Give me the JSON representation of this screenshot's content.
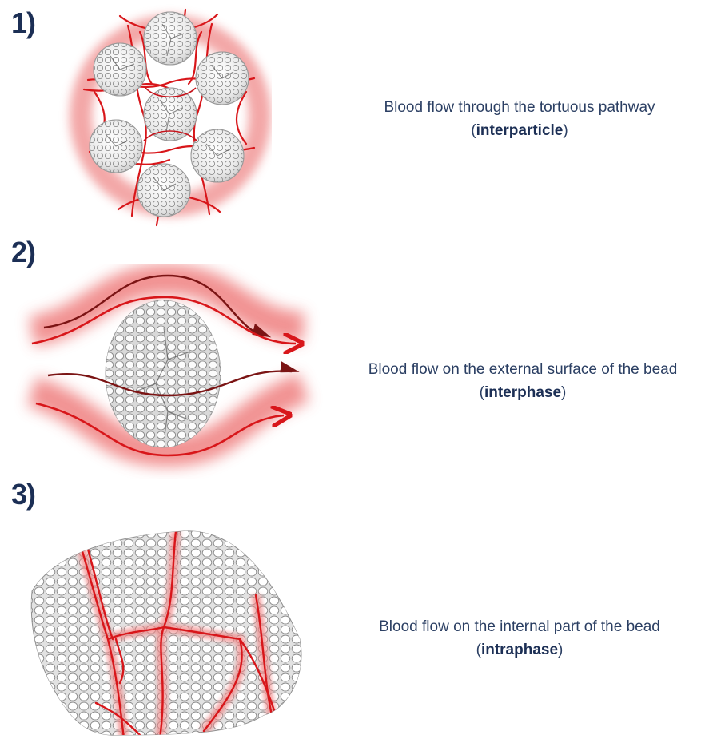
{
  "panels": [
    {
      "number": "1)",
      "caption": "Blood flow through the tortuous pathway",
      "open_paren": "(",
      "term": "interparticle",
      "close_paren": ")"
    },
    {
      "number": "2)",
      "caption": "Blood flow on the external surface of the bead",
      "open_paren": "(",
      "term": "interphase",
      "close_paren": ")"
    },
    {
      "number": "3)",
      "caption": "Blood flow on the internal part of the bead",
      "open_paren": "(",
      "term": "intraphase",
      "close_paren": ")"
    }
  ],
  "colors": {
    "blood": "#d8161a",
    "blood_glow": "#f2a1a1",
    "bead_fill": "#f4f4f4",
    "bead_outline": "#9a9a9a",
    "heading": "#1c2f55",
    "caption": "#2b3f63"
  }
}
